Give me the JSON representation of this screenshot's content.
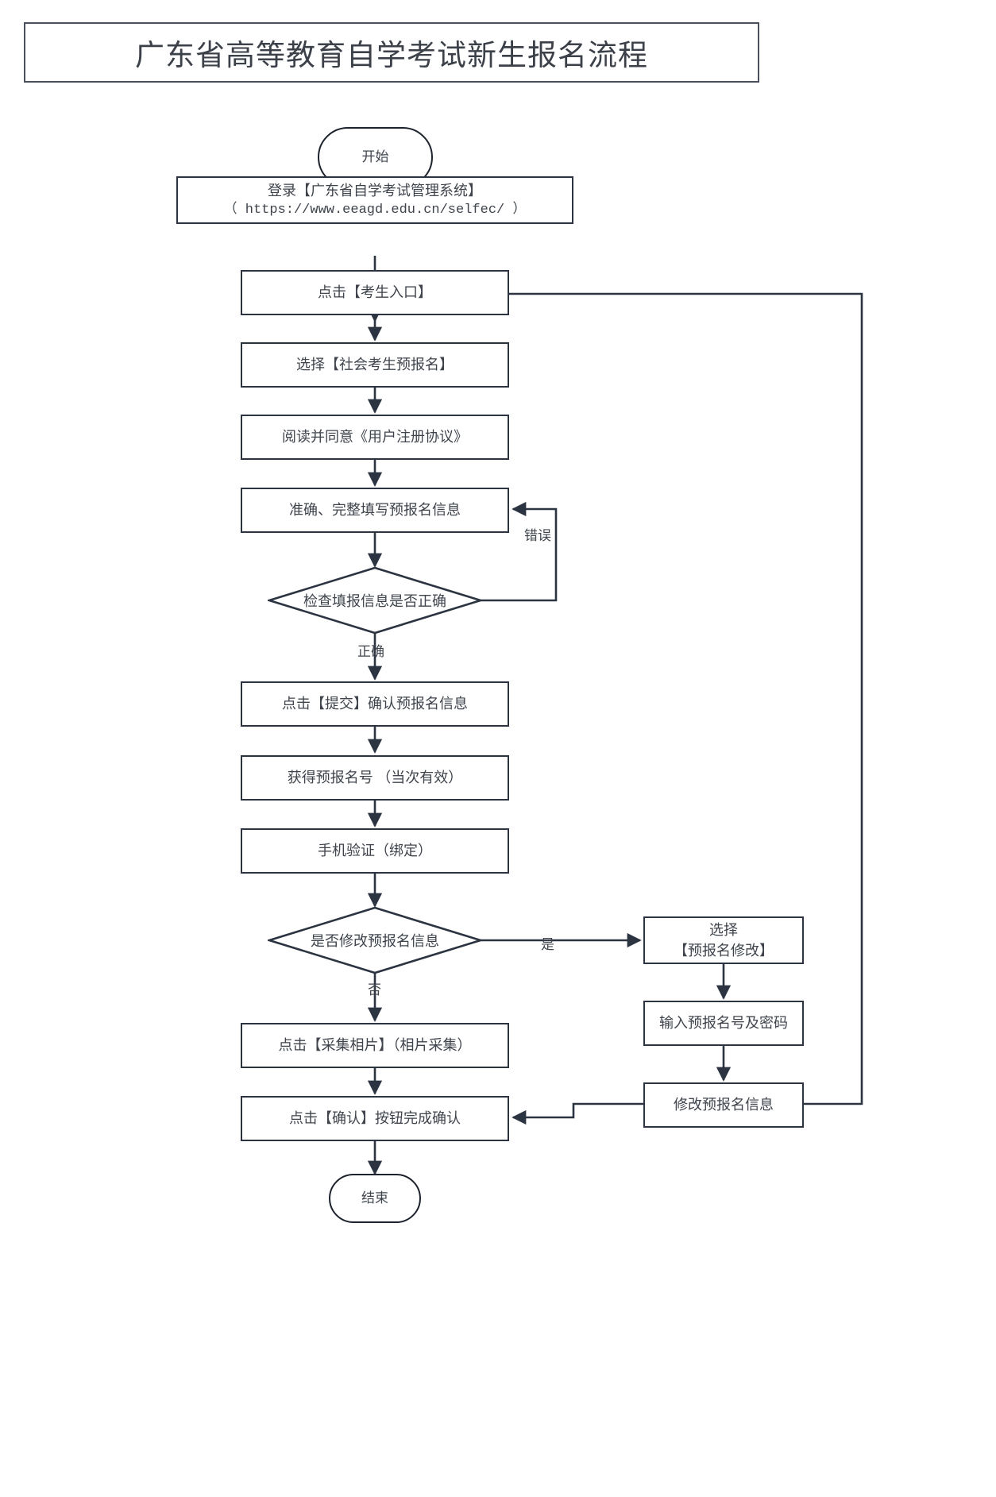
{
  "title": "广东省高等教育自学考试新生报名流程",
  "colors": {
    "stroke": "#2b3440",
    "terminator_stroke": "#1c232c",
    "text": "#3f444c",
    "background": "#ffffff"
  },
  "nodes": {
    "start": "开始",
    "login_line1": "登录【广东省自学考试管理系统】",
    "login_line2": "（ https://www.eeagd.edu.cn/selfec/ ）",
    "click_entry": "点击【考生入口】",
    "select_pre_reg": "选择【社会考生预报名】",
    "read_agreement": "阅读并同意《用户注册协议》",
    "fill_info": "准确、完整填写预报名信息",
    "check_info": "检查填报信息是否正确",
    "submit_confirm": "点击【提交】确认预报名信息",
    "get_number": "获得预报名号 （当次有效）",
    "phone_verify": "手机验证（绑定）",
    "modify_decision": "是否修改预报名信息",
    "collect_photo": "点击【采集相片】（相片采集）",
    "confirm_button": "点击【确认】按钮完成确认",
    "end": "结束",
    "select_modify_line1": "选择",
    "select_modify_line2": "【预报名修改】",
    "input_number_pwd": "输入预报名号及密码",
    "modify_info": "修改预报名信息"
  },
  "edge_labels": {
    "error": "错误",
    "correct": "正确",
    "yes": "是",
    "no": "否"
  }
}
